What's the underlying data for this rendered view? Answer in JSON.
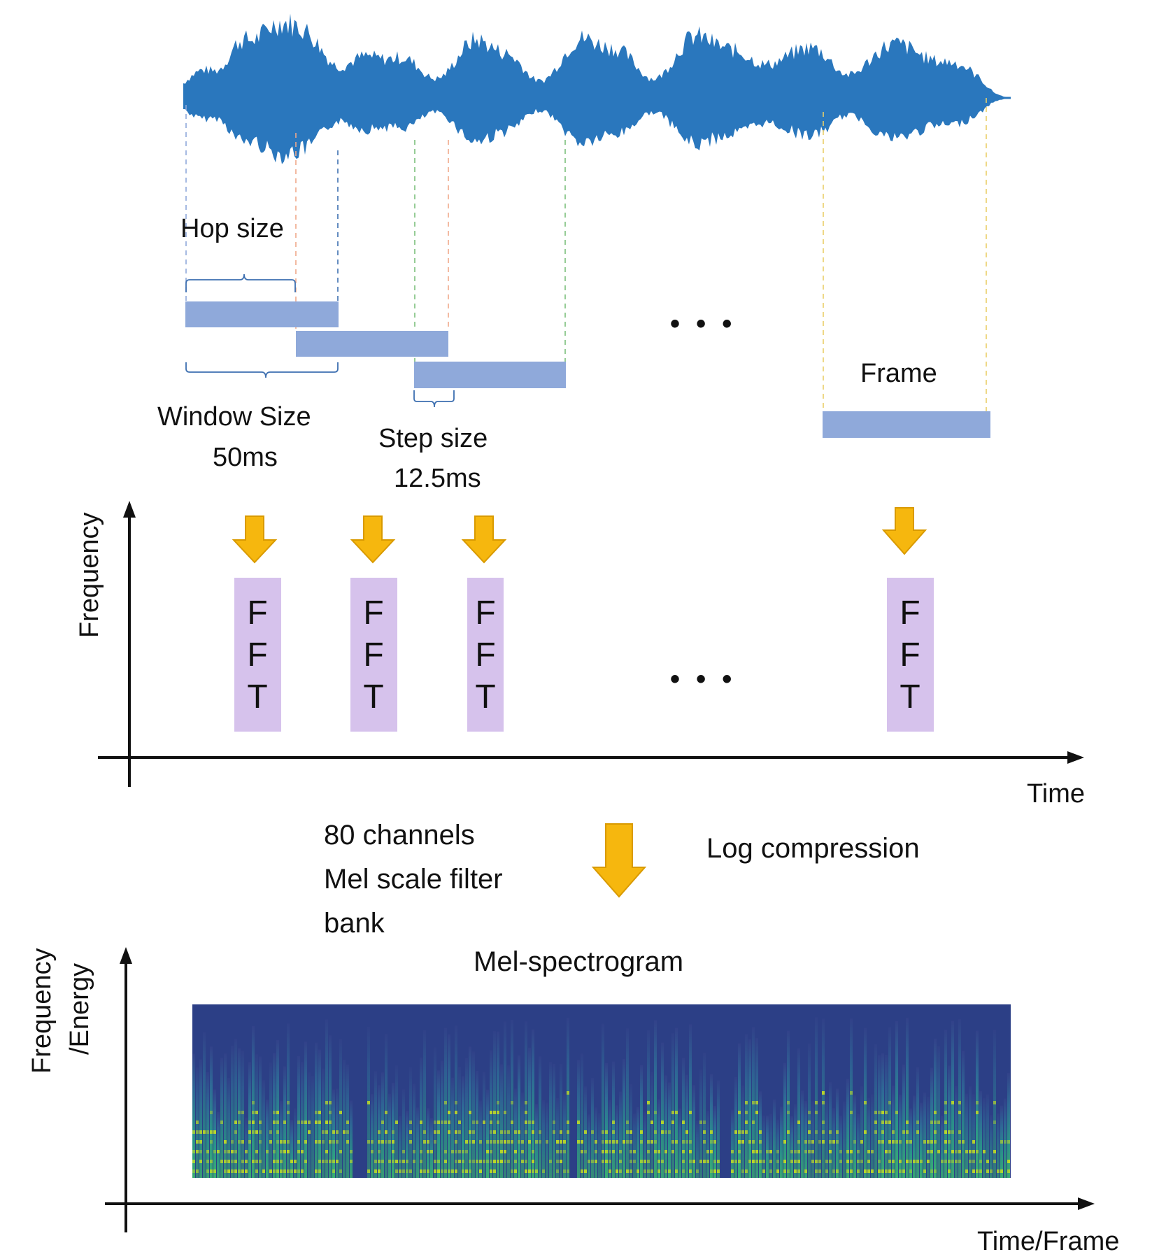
{
  "labels": {
    "hop_size": "Hop size",
    "window_size_line1": "Window Size",
    "window_size_line2": "50ms",
    "step_size_line1": "Step size",
    "step_size_line2": "12.5ms",
    "frame": "Frame",
    "ellipsis": "• • •",
    "fft_letters": [
      "F",
      "F",
      "T"
    ],
    "axis_frequency": "Frequency",
    "axis_time": "Time",
    "mel_filter_line1": "80 channels",
    "mel_filter_line2": "Mel scale filter",
    "mel_filter_line3": "bank",
    "log_compression": "Log compression",
    "mel_spectrogram": "Mel-spectrogram",
    "axis_freq_energy_line1": "Frequency",
    "axis_freq_energy_line2": "/Energy",
    "axis_time_frame": "Time/Frame"
  },
  "colors": {
    "waveform": "#2a77bd",
    "frame_bar": "#8fa9da",
    "fft_box": "#d6c2ec",
    "arrow": "#f6b70e",
    "arrow_stroke": "#d99a00",
    "spectro_bg": "#2c3f86",
    "spectro_mid": "#21908d",
    "spectro_hi": "#c8e020"
  },
  "icons": {
    "down_arrow": "down-arrow-icon",
    "axis_arrow": "axis-arrow-icon"
  }
}
